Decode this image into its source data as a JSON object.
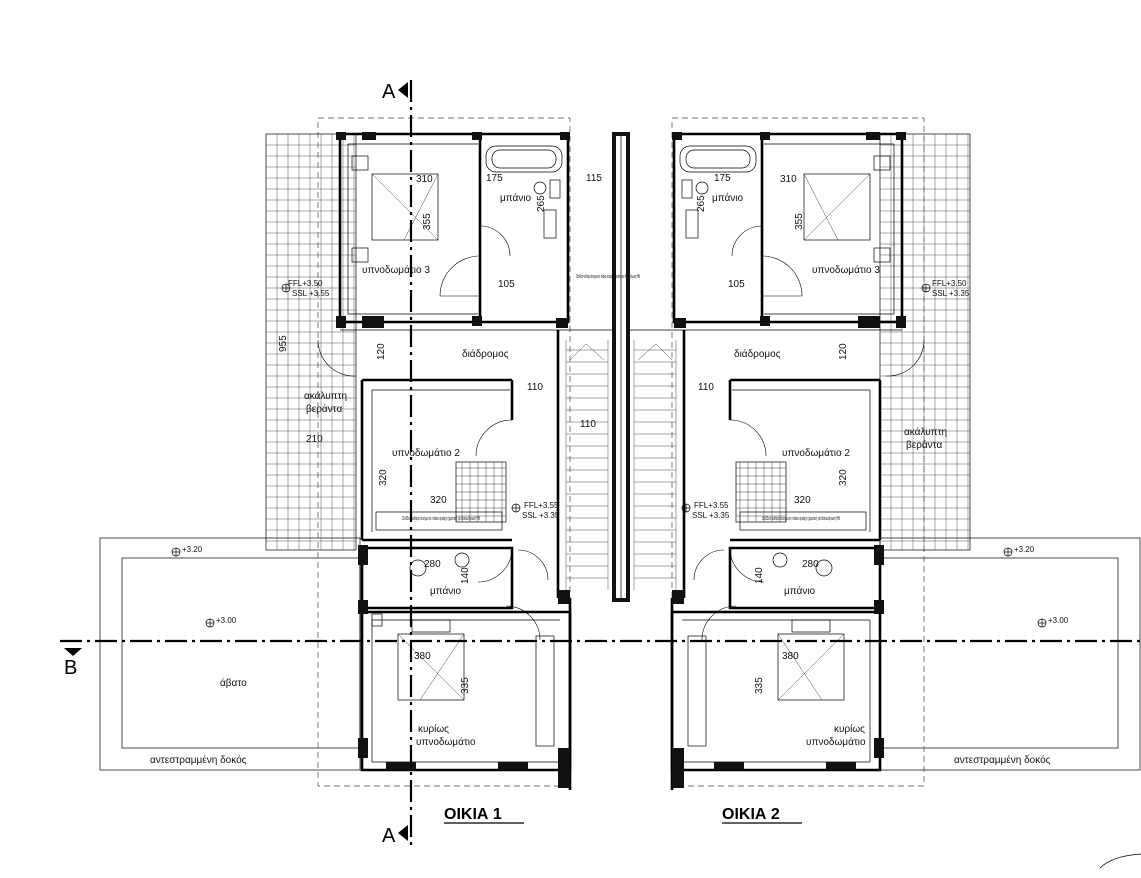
{
  "section_marks": {
    "a_top": "A",
    "a_bottom": "A",
    "b_left": "B"
  },
  "titles": {
    "house1": "ΟΙΚΙΑ 1",
    "house2": "ΟΙΚΙΑ 2"
  },
  "house1": {
    "bedroom3": {
      "label": "υπνοδωμάτιο 3",
      "dim_w": "310",
      "dim_h": "355",
      "dim_door": "105"
    },
    "bath_top": {
      "label": "μπάνιο",
      "dim_w": "175",
      "dim_h": "265"
    },
    "corridor": {
      "label": "διάδρομος",
      "dim_w": "110",
      "dim_h": "120"
    },
    "shaft_dim": "115",
    "shaft_note": "15x40cm καθαρό άνοιγμα σε πλάκα οροφής (φρεάτιο) για διασωλήνωση ΗΜ",
    "stair_dim": "110",
    "veranda": {
      "label_1": "ακάλυπτη",
      "label_2": "βεράντα",
      "dim_h": "955",
      "dim_w": "210"
    },
    "level_veranda": {
      "ffl": "FFL+3.50",
      "ssl": "SSL +3.55"
    },
    "bedroom2": {
      "label": "υπνοδωμάτιο 2",
      "dim_w": "320",
      "dim_h": "320"
    },
    "level_hall": {
      "ffl": "FFL+3.55",
      "ssl": "SSL +3.35"
    },
    "shaft_note_2": "30x35cm καθαρό άνοιγμα σε πλάκα οροφής (φρεάτιο) για διασωλήνωση ΗΜ",
    "bath2": {
      "label": "μπάνιο",
      "dim_w": "280",
      "dim_h": "140"
    },
    "master": {
      "label_1": "κυρίως",
      "label_2": "υπνοδωμάτιο",
      "dim_w": "380",
      "dim_h": "335"
    },
    "roof": {
      "label": "άβατο",
      "level_1": "+3.20",
      "level_2": "+3.00",
      "beam": "αντεστραμμένη δοκός"
    }
  },
  "house2": {
    "bedroom3": {
      "label": "υπνοδωμάτιο 3",
      "dim_w": "310",
      "dim_h": "355",
      "dim_door": "105"
    },
    "bath_top": {
      "label": "μπάνιο",
      "dim_w": "175",
      "dim_h": "265"
    },
    "corridor": {
      "label": "διάδρομος",
      "dim_w": "110",
      "dim_h": "120"
    },
    "veranda": {
      "label_1": "ακάλυπτη",
      "label_2": "βεράντα"
    },
    "level_veranda": {
      "ffl": "FFL+3.50",
      "ssl": "SSL +3.35"
    },
    "bedroom2": {
      "label": "υπνοδωμάτιο 2",
      "dim_w": "320",
      "dim_h": "320"
    },
    "level_hall": {
      "ffl": "FFL+3.55",
      "ssl": "SSL +3.35"
    },
    "shaft_note_2": "30x35cm καθαρό άνοιγμα σε πλάκα οροφής (φρεάτιο) για διασωλήνωση ΗΜ",
    "bath2": {
      "label": "μπάνιο",
      "dim_w": "280",
      "dim_h": "140"
    },
    "master": {
      "label_1": "κυρίως",
      "label_2": "υπνοδωμάτιο",
      "dim_w": "380",
      "dim_h": "335"
    },
    "roof": {
      "level_1": "+3.20",
      "level_2": "+3.00",
      "beam": "αντεστραμμένη δοκός"
    }
  }
}
